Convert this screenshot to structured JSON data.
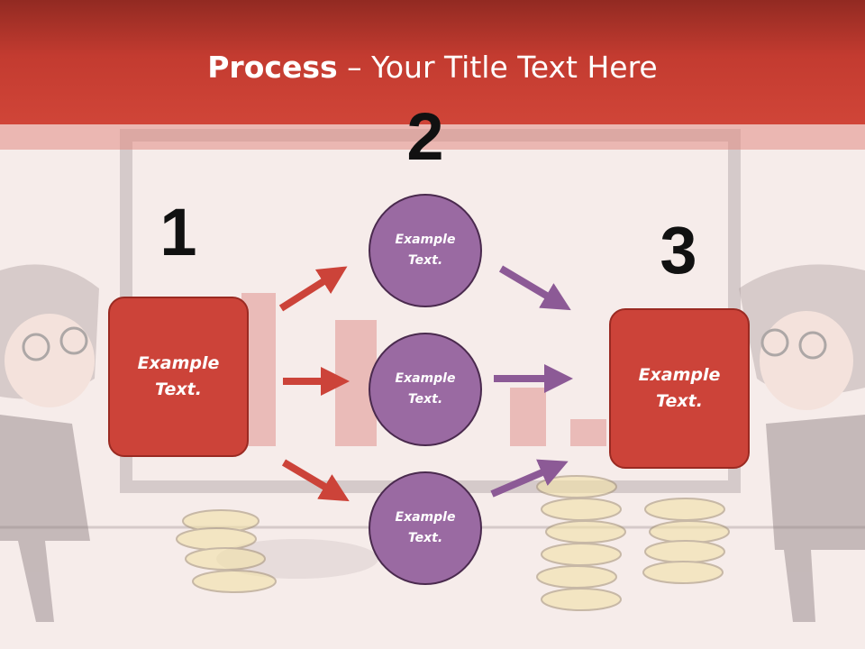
{
  "title": {
    "bold": "Process",
    "rest": " – Your Title Text Here"
  },
  "steps": [
    {
      "number": "1",
      "label": "Example Text."
    },
    {
      "number": "2"
    },
    {
      "number": "3",
      "label": "Example Text."
    }
  ],
  "circles": [
    {
      "label": "Example Text."
    },
    {
      "label": "Example Text."
    },
    {
      "label": "Example Text."
    }
  ],
  "colors": {
    "header": "#c33b30",
    "box_fill": "#cc4339",
    "circle_fill": "#9a6aa2",
    "arrow_red": "#cc4339",
    "arrow_purple": "#8c5a96"
  }
}
